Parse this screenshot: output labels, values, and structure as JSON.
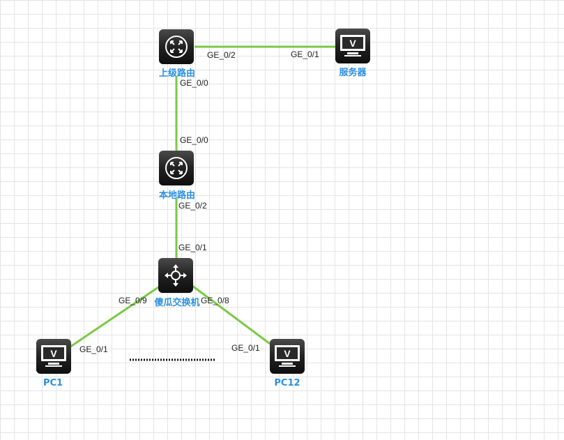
{
  "devices": {
    "upper_router": {
      "label": "上级路由",
      "icon": "router-icon"
    },
    "server": {
      "label": "服务器",
      "icon": "monitor-icon"
    },
    "local_router": {
      "label": "本地路由",
      "icon": "router-icon"
    },
    "switch": {
      "label": "傻瓜交换机",
      "icon": "switch-icon"
    },
    "pc1": {
      "label": "PC1",
      "icon": "monitor-icon"
    },
    "pc12": {
      "label": "PC12",
      "icon": "monitor-icon"
    }
  },
  "links": [
    {
      "from": "upper_router",
      "from_port": "GE_0/2",
      "to": "server",
      "to_port": "GE_0/1"
    },
    {
      "from": "upper_router",
      "from_port": "GE_0/0",
      "to": "local_router",
      "to_port": "GE_0/0"
    },
    {
      "from": "local_router",
      "from_port": "GE_0/2",
      "to": "switch",
      "to_port": "GE_0/1"
    },
    {
      "from": "switch",
      "from_port": "GE_0/9",
      "to": "pc1",
      "to_port": "GE_0/1"
    },
    {
      "from": "switch",
      "from_port": "GE_0/8",
      "to": "pc12",
      "to_port": "GE_0/1"
    }
  ],
  "colors": {
    "link": "#7ac943",
    "label": "#2b8fe0",
    "device": "#1e1e1e"
  }
}
